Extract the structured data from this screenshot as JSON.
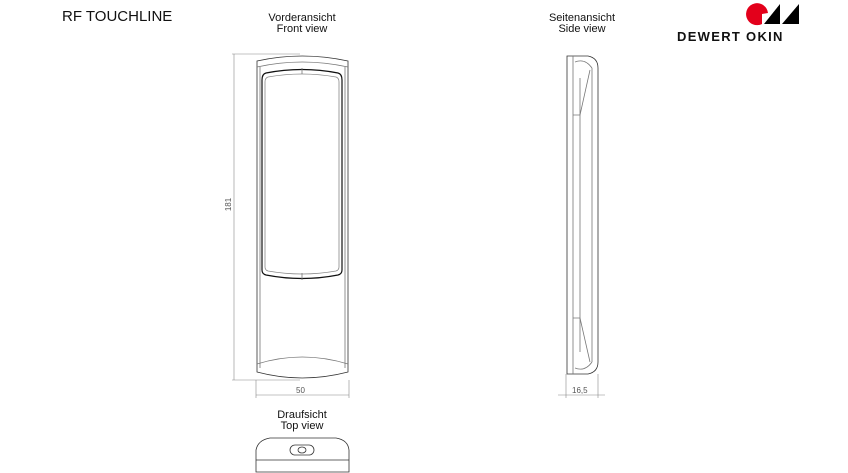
{
  "title": "RF TOUCHLINE",
  "views": {
    "front": {
      "label_de": "Vorderansicht",
      "label_en": "Front view"
    },
    "side": {
      "label_de": "Seitenansicht",
      "label_en": "Side view"
    },
    "top": {
      "label_de": "Draufsicht",
      "label_en": "Top view"
    }
  },
  "dimensions": {
    "height": "181",
    "width": "50",
    "depth": "16,5"
  },
  "logo": {
    "text": "DEWERT OKIN",
    "red": "#e3001b",
    "black": "#000000"
  }
}
